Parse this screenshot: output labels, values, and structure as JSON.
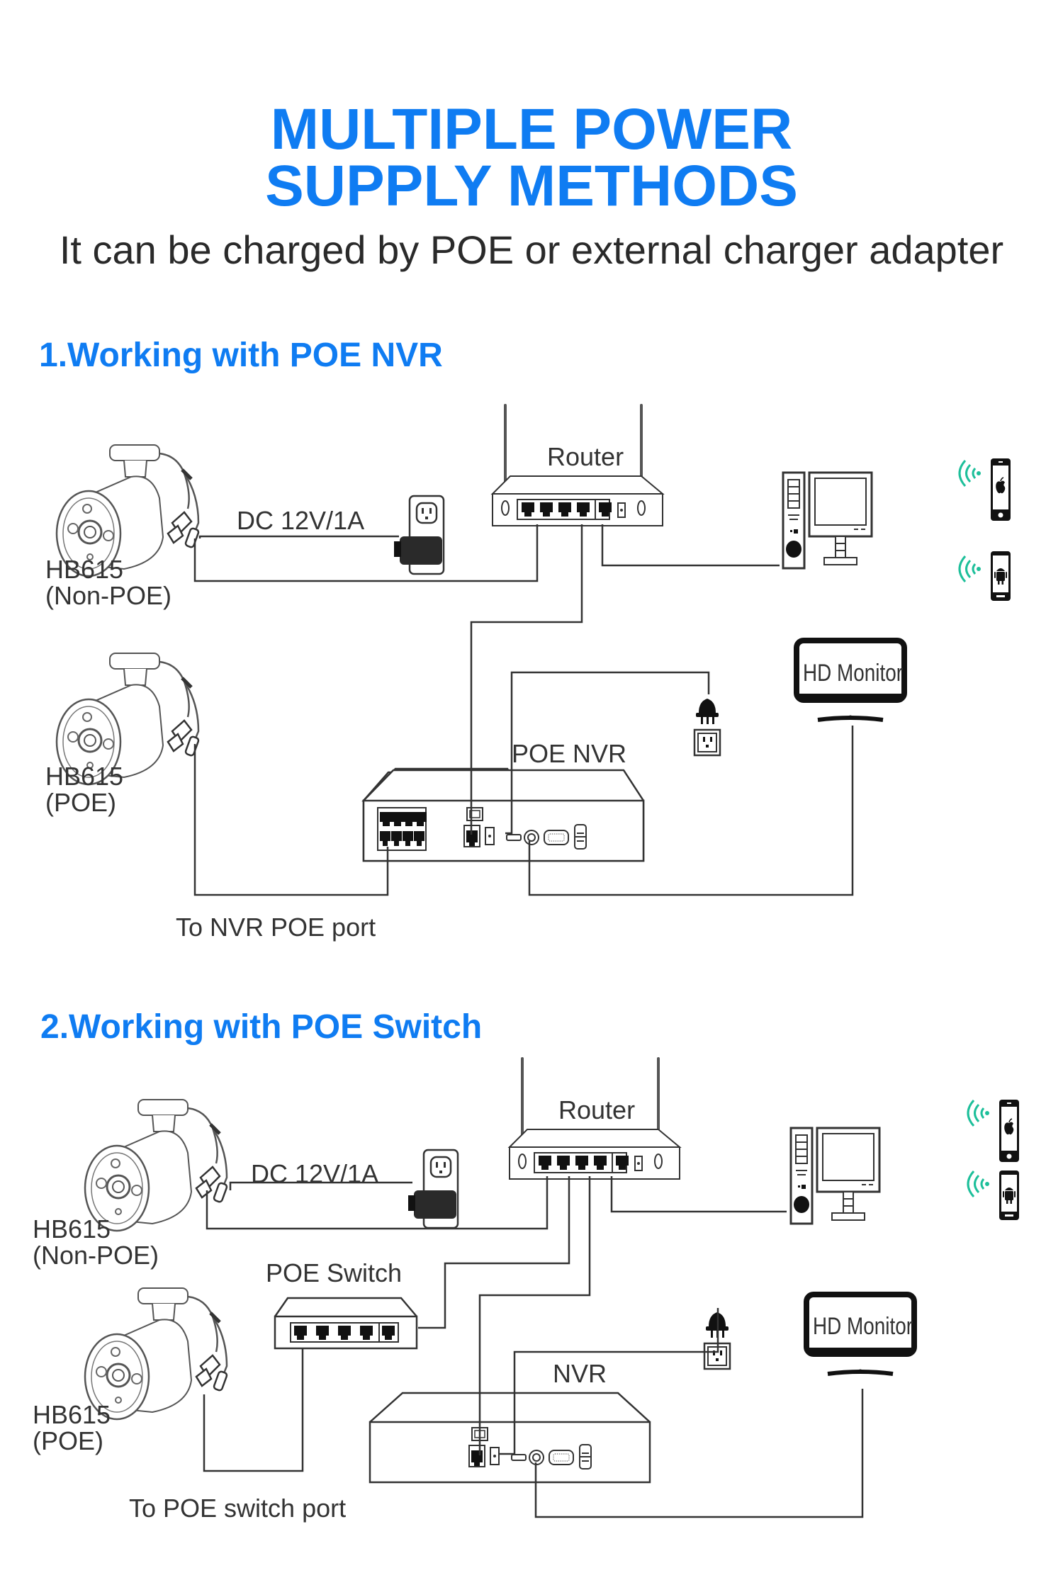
{
  "header": {
    "title_line1": "MULTIPLE POWER",
    "title_line2": "SUPPLY METHODS",
    "subtitle": "It can be charged by POE or external charger adapter"
  },
  "colors": {
    "accent": "#0f7cf2",
    "text": "#333333",
    "wifi": "#1dbf9a",
    "line": "#222222"
  },
  "section1": {
    "title": "1.Working with POE NVR",
    "camera_nonpoe_model": "HB615",
    "camera_nonpoe_type": "(Non-POE)",
    "camera_poe_model": "HB615",
    "camera_poe_type": "(POE)",
    "power_label": "DC 12V/1A",
    "router_label": "Router",
    "nvr_label": "POE NVR",
    "monitor_label": "HD Monitor",
    "port_note": "To NVR POE port"
  },
  "section2": {
    "title": "2.Working with POE Switch",
    "camera_nonpoe_model": "HB615",
    "camera_nonpoe_type": "(Non-POE)",
    "camera_poe_model": "HB615",
    "camera_poe_type": "(POE)",
    "power_label": "DC 12V/1A",
    "router_label": "Router",
    "switch_label": "POE Switch",
    "nvr_label": "NVR",
    "monitor_label": "HD Monitor",
    "port_note": "To POE switch port"
  },
  "icons": [
    "camera-icon",
    "power-outlet-icon",
    "power-adapter-icon",
    "router-icon",
    "desktop-pc-icon",
    "wifi-icon",
    "iphone-apple-icon",
    "android-phone-icon",
    "hd-monitor-icon",
    "plug-icon",
    "nvr-icon",
    "poe-switch-icon"
  ]
}
